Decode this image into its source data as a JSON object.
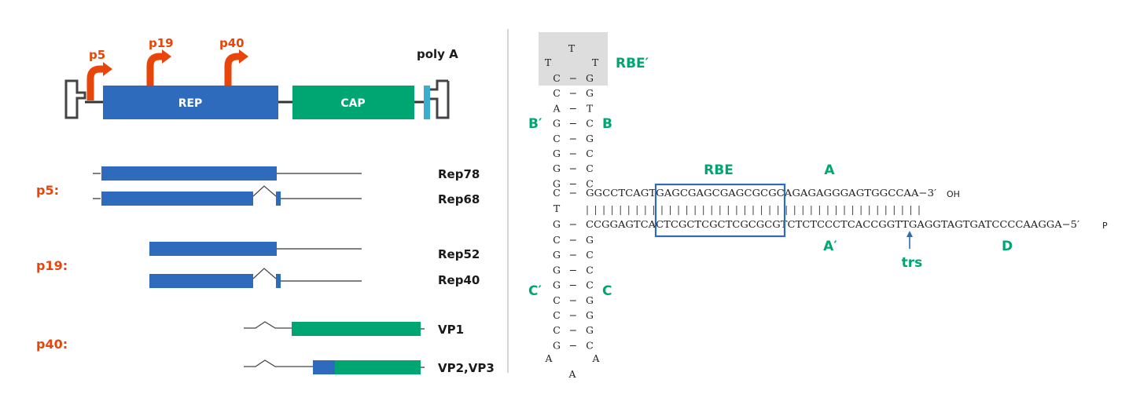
{
  "colors": {
    "promoter": "#e8450a",
    "rep": "#2f6bbd",
    "cap": "#00a672",
    "polyA_bar": "#3aaecf",
    "line": "#333333",
    "label_green": "#00a672",
    "label_dark": "#1a1a1a",
    "rbe_box": "#2f6bbd",
    "loop_bg": "#dddddd",
    "divider": "#bbbbbb",
    "trs_arrow": "#2f6bbd"
  },
  "genome_map": {
    "promoters": [
      "p5",
      "p19",
      "p40"
    ],
    "rep_label": "REP",
    "cap_label": "CAP",
    "polyA_label": "poly A"
  },
  "transcripts": {
    "groups": [
      {
        "promoter": "p5:",
        "items": [
          "Rep78",
          "Rep68"
        ]
      },
      {
        "promoter": "p19:",
        "items": [
          "Rep52",
          "Rep40"
        ]
      },
      {
        "promoter": "p40:",
        "items": [
          "VP1",
          "VP2,VP3"
        ]
      }
    ]
  },
  "itr": {
    "loop_top": [
      "T",
      "T",
      "T"
    ],
    "rbe_prime_label": "RBE′",
    "b_arm_pairs": [
      [
        "C",
        "G"
      ],
      [
        "C",
        "G"
      ],
      [
        "A",
        "T"
      ],
      [
        "G",
        "C"
      ],
      [
        "C",
        "G"
      ],
      [
        "G",
        "C"
      ],
      [
        "G",
        "C"
      ],
      [
        "G",
        "C"
      ]
    ],
    "b_prime_label": "B′",
    "b_label": "B",
    "hinge_top": "C",
    "hinge_mid": "T",
    "hinge_bottom": "G",
    "c_arm_pairs": [
      [
        "C",
        "G"
      ],
      [
        "G",
        "C"
      ],
      [
        "G",
        "C"
      ],
      [
        "G",
        "C"
      ],
      [
        "C",
        "G"
      ],
      [
        "C",
        "G"
      ],
      [
        "C",
        "G"
      ],
      [
        "G",
        "C"
      ]
    ],
    "c_prime_label": "C′",
    "c_label": "C",
    "loop_bottom": [
      "A",
      "A",
      "A"
    ],
    "top_strand": "GGCCTCAGTGAGCGAGCGAGCGCGCAGAGAGGGAGTGGCCAA−3′",
    "top_end_label": "OH",
    "bottom_strand": "CCGGAGTCACTCGCTCGCTCGCGCGTCTCTCCCTCACCGGTTGAGGTAGTGATCCCCAAGGA−5′",
    "bottom_end_label": "P",
    "pair_bar_count": 41,
    "rbe_label": "RBE",
    "a_label": "A",
    "a_prime_label": "A′",
    "d_label": "D",
    "trs_label": "trs",
    "dash": "−"
  }
}
